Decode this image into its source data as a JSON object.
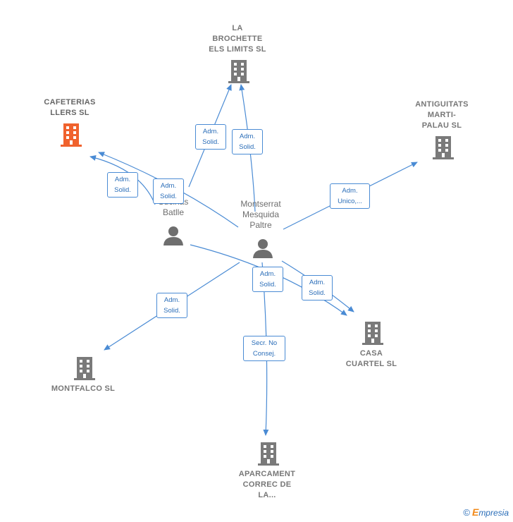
{
  "nodes": {
    "brochette": {
      "label": [
        "LA",
        "BROCHETTE",
        "ELS LIMITS SL"
      ]
    },
    "cafeterias": {
      "label": [
        "CAFETERIAS",
        "LLERS  SL"
      ]
    },
    "antiguitats": {
      "label": [
        "ANTIGUITATS",
        "MARTI-",
        "PALAU SL"
      ]
    },
    "person_left": {
      "label": [
        "...o",
        "Sucinas",
        "Batlle"
      ]
    },
    "person_center": {
      "label": [
        "Montserrat",
        "Mesquida",
        "Paltre"
      ]
    },
    "casa_cuartel": {
      "label": [
        "CASA",
        "CUARTEL SL"
      ]
    },
    "montfalco": {
      "label": [
        "MONTFALCO SL"
      ]
    },
    "aparcament": {
      "label": [
        "APARCAMENT",
        "CORREC DE",
        "LA..."
      ]
    }
  },
  "edge_labels": {
    "e1": [
      "Adm.",
      "Solid."
    ],
    "e2": [
      "Adm.",
      "Solid."
    ],
    "e3": [
      "Adm.",
      "Solid."
    ],
    "e4": [
      "Adm.",
      "Solid."
    ],
    "e5": [
      "Adm.",
      "Unico,..."
    ],
    "e6": [
      "Adm.",
      "Solid."
    ],
    "e7": [
      "Adm.",
      "Solid."
    ],
    "e8": [
      "Adm.",
      "Solid."
    ],
    "e9": [
      "Secr.  No",
      "Consej."
    ]
  },
  "footer": {
    "copyright": "©",
    "brand_first": "E",
    "brand_rest": "mpresia"
  },
  "colors": {
    "edge": "#4a8bd4",
    "building_gray": "#7a7a7a",
    "building_highlight": "#f0622d",
    "person": "#6e6e6e"
  }
}
